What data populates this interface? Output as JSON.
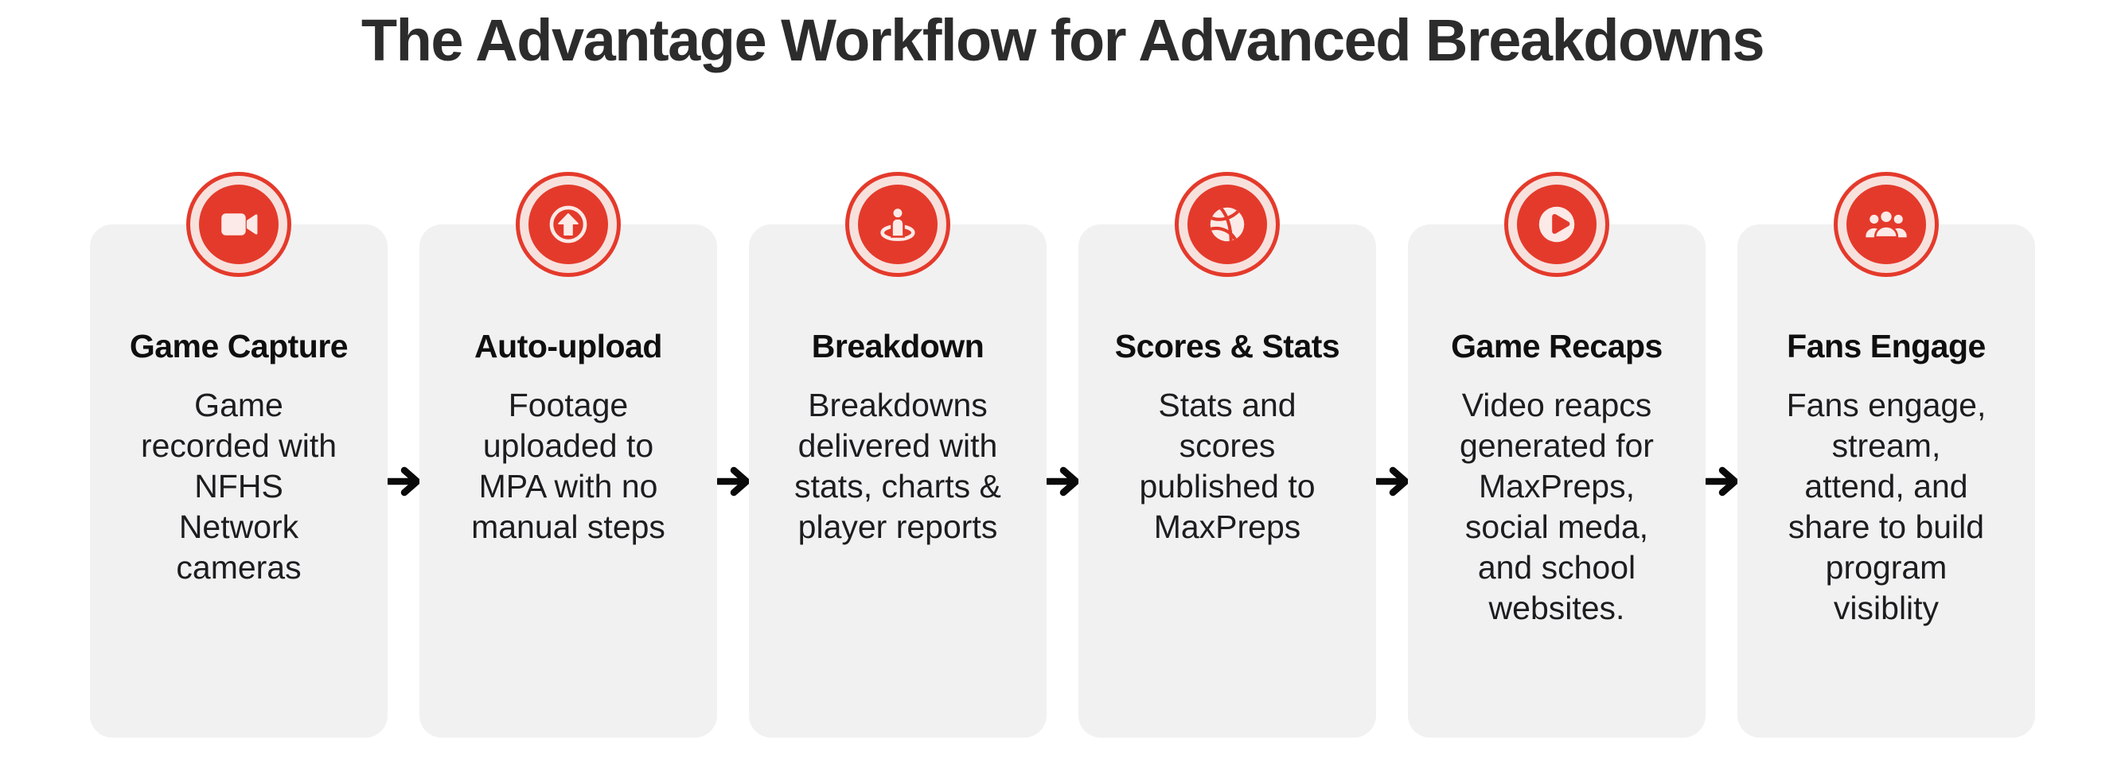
{
  "page": {
    "title": "The Advantage Workflow for Advanced Breakdowns"
  },
  "colors": {
    "accent_red": "#e43a2b",
    "icon_tint": "#fbeae7",
    "badge_ring": "#f7e1dd",
    "card_bg": "#f1f1f2",
    "page_bg": "#ffffff",
    "title_color": "#2c2c2c",
    "text_color": "#1d1d1f",
    "heading_color": "#0f0f0f",
    "arrow_color": "#0a0a0a"
  },
  "workflow": {
    "connector_icon": "arrow-right-icon",
    "steps": [
      {
        "icon": "video-camera-icon",
        "title": "Game Capture",
        "description": "Game\nrecorded with\nNFHS\nNetwork\ncameras"
      },
      {
        "icon": "upload-arrow-icon",
        "title": "Auto-upload",
        "description": "Footage\nuploaded to\nMPA with no\nmanual steps"
      },
      {
        "icon": "person-pin-icon",
        "title": "Breakdown",
        "description": "Breakdowns\ndelivered with\nstats, charts &\nplayer reports"
      },
      {
        "icon": "basketball-icon",
        "title": "Scores & Stats",
        "description": "Stats and\nscores\npublished to\nMaxPreps"
      },
      {
        "icon": "play-circle-icon",
        "title": "Game Recaps",
        "description": "Video reapcs\ngenerated for\nMaxPreps,\nsocial meda,\nand school\nwebsites."
      },
      {
        "icon": "fans-group-icon",
        "title": "Fans Engage",
        "description": "Fans engage,\nstream,\nattend, and\nshare to build\nprogram\nvisiblity"
      }
    ]
  }
}
